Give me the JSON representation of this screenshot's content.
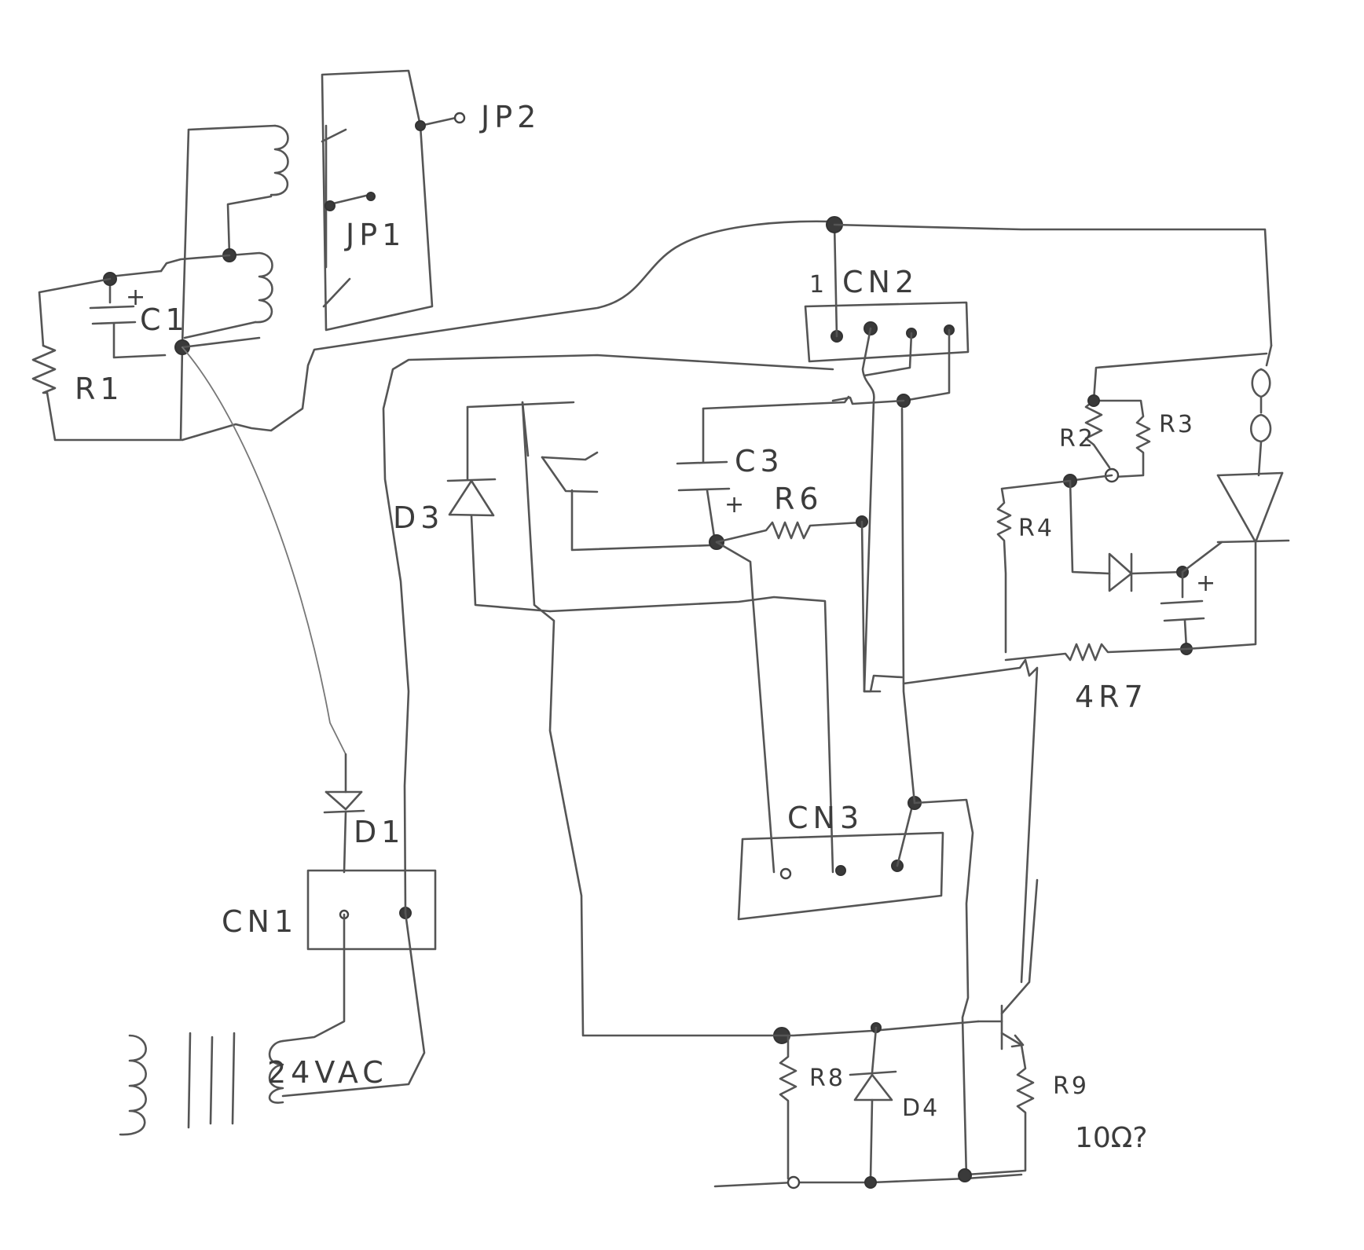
{
  "labels": {
    "jp2": "JP2",
    "jp1": "JP1",
    "c1": "C1",
    "r1": "R1",
    "cn2": "CN2",
    "cn2_pin1": "1",
    "c3": "C3",
    "r6": "R6",
    "d3": "D3",
    "r2": "R2",
    "r3": "R3",
    "r4": "R4",
    "r4r7": "4R7",
    "cn3": "CN3",
    "d1": "D1",
    "cn1": "CN1",
    "vac": "24VAC",
    "r8": "R8",
    "d4": "D4",
    "r9": "R9",
    "r9_value": "10Ω?",
    "plus_c1": "+",
    "plus_c3": "+",
    "plus_c_right": "+"
  },
  "colors": {
    "ink": "#555555",
    "paper": "#ffffff"
  }
}
